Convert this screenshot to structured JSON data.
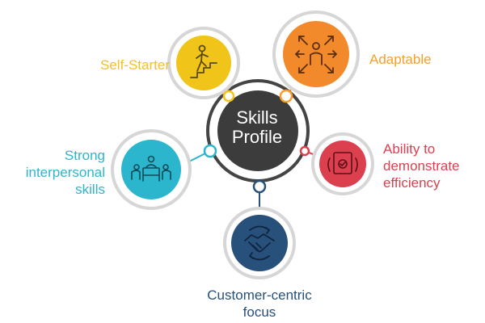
{
  "center": {
    "label": "Skills\nProfile"
  },
  "skills": [
    {
      "label": "Self-Starter",
      "color": "#f0c419",
      "icon": "climbing-stairs-icon"
    },
    {
      "label": "Adaptable",
      "color": "#f5a02a",
      "icon": "arrows-outward-person-icon"
    },
    {
      "label": "Ability to\ndemonstrate\nefficiency",
      "color": "#dc3f4e",
      "icon": "certificate-award-icon"
    },
    {
      "label": "Customer-centric\nfocus",
      "color": "#27507a",
      "icon": "handshake-icon"
    },
    {
      "label": "Strong\ninterpersonal\nskills",
      "color": "#2cb6ce",
      "icon": "meeting-table-icon"
    }
  ],
  "colors": {
    "ring": "#d6d6d6",
    "center_fill": "#3c3c3c",
    "center_ring": "#444444",
    "adaptable_fill": "#f28a2b"
  }
}
